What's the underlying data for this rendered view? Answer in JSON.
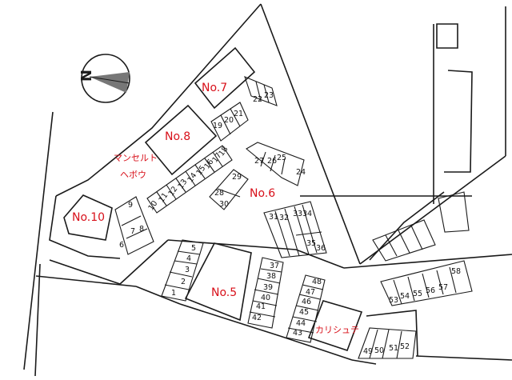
{
  "compass": {
    "letter": "N",
    "icon": "north-arrow-icon"
  },
  "buildings": {
    "no7": "No.7",
    "no8": "No.8",
    "no6": "No.6",
    "no5": "No.5",
    "no10": "No.10",
    "maison_line1": "マンセルト",
    "maison_line2": "ヘボウ",
    "karishute": "カリシュテ"
  },
  "stalls": [
    "1",
    "2",
    "3",
    "4",
    "5",
    "6",
    "7",
    "8",
    "9",
    "10",
    "11",
    "12",
    "13",
    "14",
    "15",
    "16",
    "17",
    "18",
    "19",
    "20",
    "21",
    "22",
    "23",
    "24",
    "25",
    "26",
    "27",
    "28",
    "29",
    "30",
    "31",
    "32",
    "33",
    "34",
    "35",
    "36",
    "37",
    "38",
    "39",
    "40",
    "41",
    "42",
    "43",
    "44",
    "45",
    "46",
    "47",
    "48",
    "49",
    "50",
    "51",
    "52",
    "53",
    "54",
    "55",
    "56",
    "57",
    "58"
  ],
  "colors": {
    "label_red": "#d8101a",
    "line": "#1a1a1a"
  }
}
